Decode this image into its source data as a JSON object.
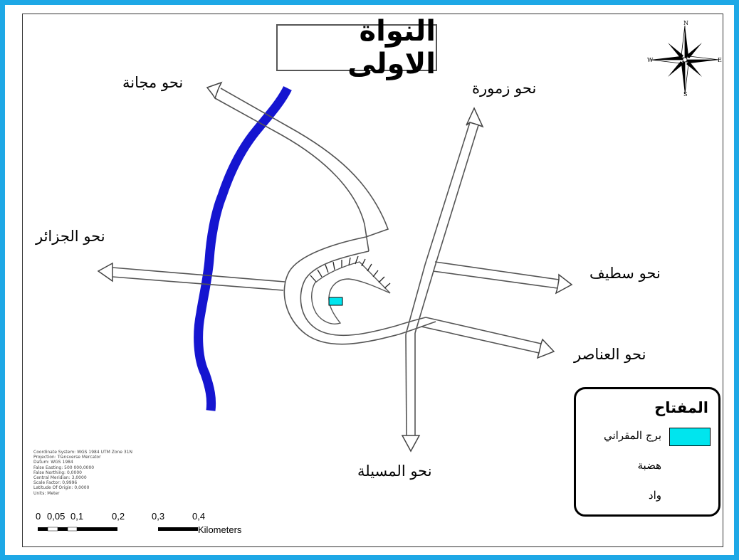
{
  "title": "النواة الاولى",
  "directions": {
    "mejana": "نحو مجانة",
    "zemmoura": "نحو زمورة",
    "algiers": "نحو الجزائر",
    "setif": "نحو سطيف",
    "anasser": "نحو العناصر",
    "msila": "نحو المسيلة"
  },
  "compass": {
    "n": "N",
    "s": "S",
    "e": "E",
    "w": "W"
  },
  "legend": {
    "title": "المفتاح",
    "items": [
      {
        "label": "برج المقراني",
        "symbol": "cyan-rectangle",
        "color": "#00e5ee"
      },
      {
        "label": "هضبة",
        "symbol": "plateau-icon"
      },
      {
        "label": "واد",
        "symbol": "river-line",
        "color": "#1515d0"
      }
    ]
  },
  "metadata": [
    "Coordinate System: WGS 1984 UTM Zone 31N",
    "Projection: Transverse Mercator",
    "Datum: WGS 1984",
    "False Easting: 500 000,0000",
    "False Northing: 0,0000",
    "Central Meridian: 3,0000",
    "Scale Factor: 0,9996",
    "Latitude Of Origin: 0,0000",
    "Units: Meter"
  ],
  "scale_bar": {
    "ticks": [
      "0",
      "0,05",
      "0,1",
      "0,2",
      "0,3",
      "0,4"
    ],
    "unit": "Kilometers"
  },
  "colors": {
    "frame": "#1ea8e6",
    "river": "#1515d0",
    "tower": "#00e5ee"
  }
}
